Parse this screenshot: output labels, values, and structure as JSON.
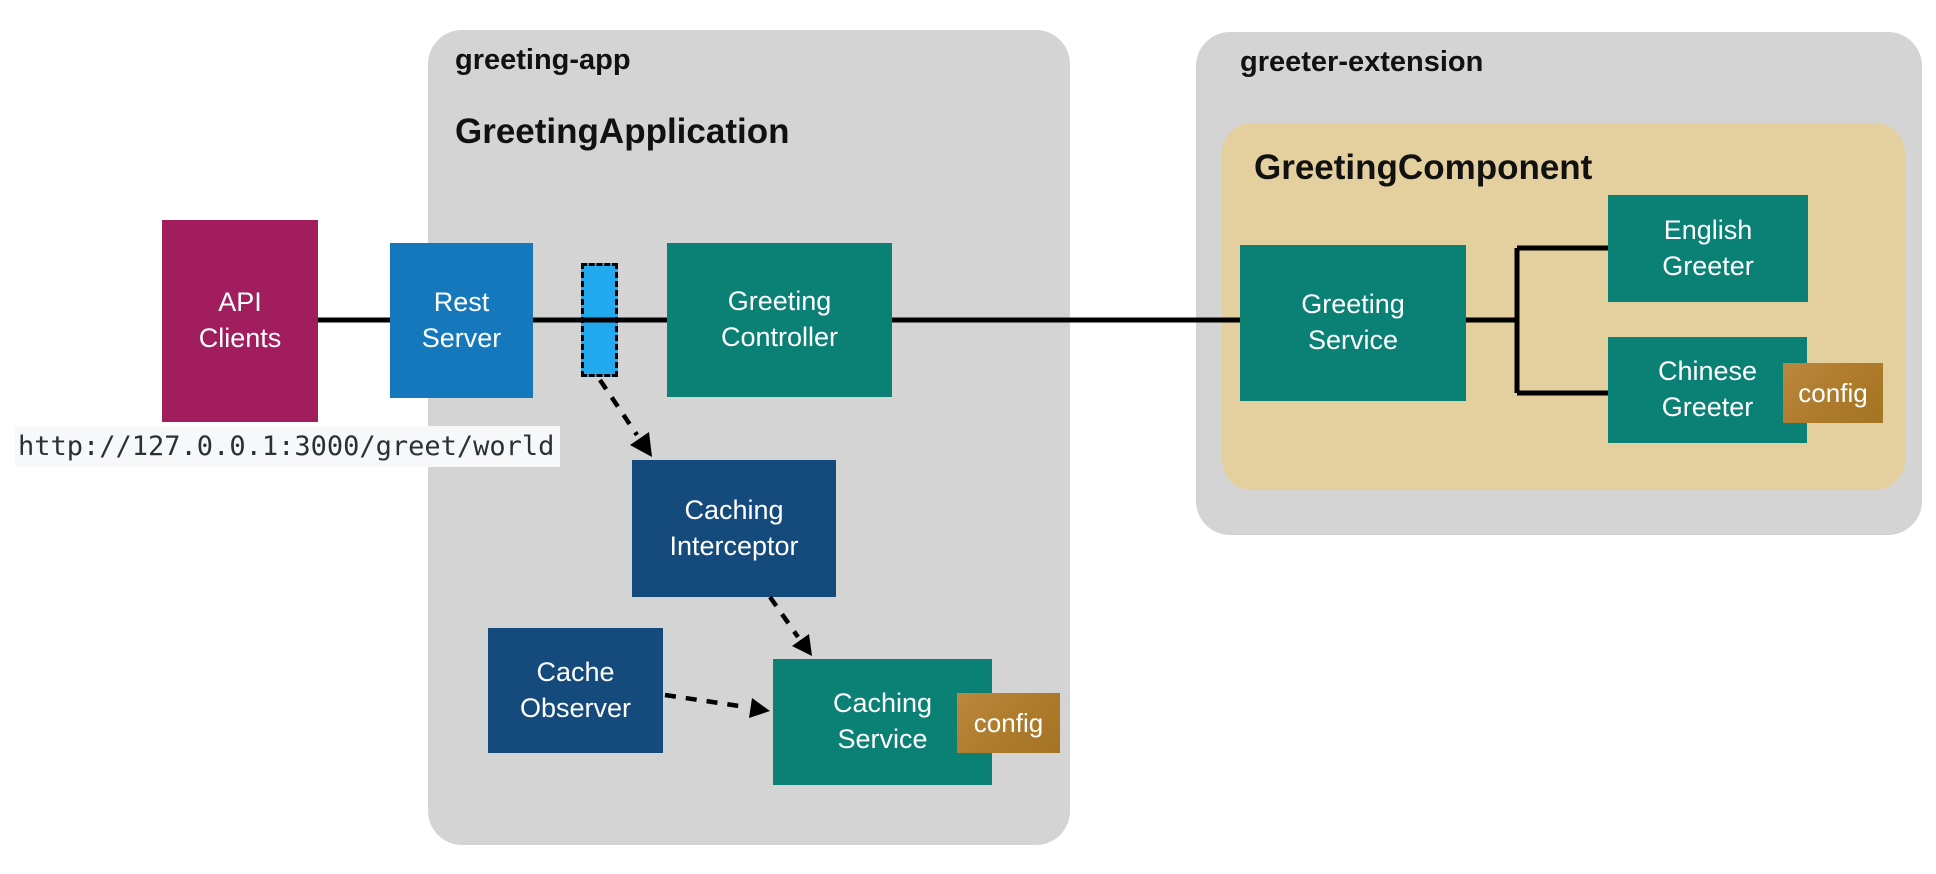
{
  "containers": {
    "greeting_app": {
      "label": "greeting-app",
      "title": "GreetingApplication"
    },
    "greeter_extension": {
      "label": "greeter-extension"
    },
    "greeting_component": {
      "title": "GreetingComponent"
    }
  },
  "nodes": {
    "api_clients": {
      "label": "API\nClients"
    },
    "rest_server": {
      "label": "Rest\nServer"
    },
    "greeting_controller": {
      "label": "Greeting\nController"
    },
    "caching_interceptor": {
      "label": "Caching\nInterceptor"
    },
    "cache_observer": {
      "label": "Cache\nObserver"
    },
    "caching_service": {
      "label": "Caching\nService",
      "badge": "config"
    },
    "greeting_service": {
      "label": "Greeting\nService"
    },
    "english_greeter": {
      "label": "English\nGreeter"
    },
    "chinese_greeter": {
      "label": "Chinese\nGreeter",
      "badge": "config"
    }
  },
  "url_caption": "http://127.0.0.1:3000/greet/world",
  "colors": {
    "container_gray": "#d4d4d4",
    "component_tan": "#e4cf9f",
    "node_teal": "#0a8174",
    "node_blue": "#1578bd",
    "node_navy": "#154a7c",
    "node_magenta": "#a11d5e",
    "marker_cyan": "#22a8ed",
    "badge_brown": "#b07c2e",
    "line_black": "#000000",
    "url_bg": "#f7f8f9",
    "url_text": "#2b3036",
    "title_text": "#111111"
  }
}
